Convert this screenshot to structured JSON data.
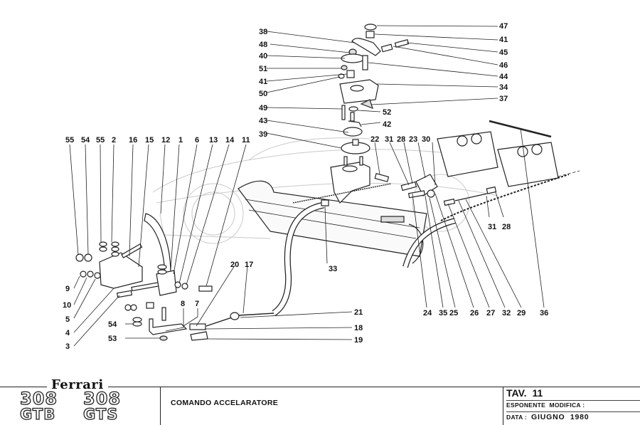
{
  "drawing": {
    "part_labels": {
      "top_column_left": [
        "38",
        "48",
        "40",
        "51",
        "41",
        "50",
        "49",
        "43",
        "39"
      ],
      "top_column_right": [
        "47",
        "41",
        "45",
        "46",
        "44",
        "34",
        "37",
        "52",
        "42"
      ],
      "left_top_row": [
        "55",
        "54",
        "55",
        "2",
        "16",
        "15",
        "12",
        "1",
        "6",
        "13",
        "14",
        "11"
      ],
      "left_side": [
        "9",
        "10",
        "5",
        "4",
        "3"
      ],
      "lower_left": [
        "8",
        "7",
        "54",
        "53"
      ],
      "cable_row": [
        "20",
        "17",
        "21",
        "18",
        "19"
      ],
      "center": [
        "33"
      ],
      "right_top_row": [
        "22",
        "31",
        "28",
        "23",
        "30"
      ],
      "right_mid": [
        "31",
        "28"
      ],
      "right_bottom_row": [
        "24",
        "35",
        "25",
        "26",
        "27",
        "32",
        "29",
        "36"
      ]
    }
  },
  "title_block": {
    "brand": "Ferrari",
    "models": [
      "308",
      "308"
    ],
    "variants": [
      "GTB",
      "GTS"
    ],
    "description": "COMANDO ACCELARATORE",
    "tav_label": "TAV.",
    "tav_number": "11",
    "modification_label": "ESPONENTE  MODIFICA :",
    "date_label": "DATA :",
    "date_value": "GIUGNO  1980"
  }
}
